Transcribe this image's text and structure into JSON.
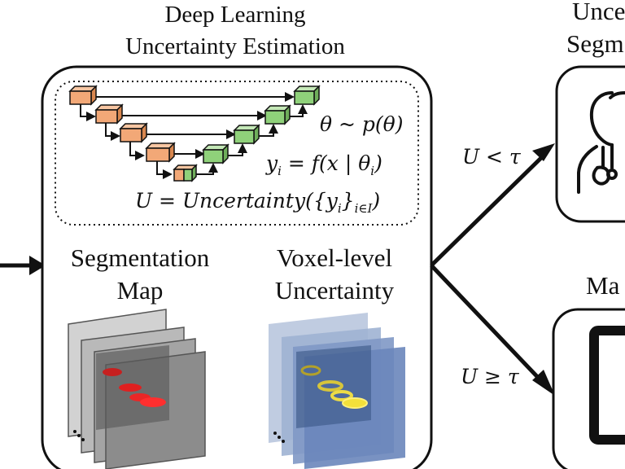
{
  "left_module": {
    "title_lines": [
      "Deep Learning",
      "Uncertainty Estimation"
    ],
    "equations": {
      "theta": {
        "lhs": "θ",
        "op": "~",
        "rhs": "p(θ)"
      },
      "y": {
        "lhs": "y",
        "lhs_sub": "i",
        "op": "=",
        "rhs_pre": "f(x | θ",
        "rhs_sub": "i",
        "rhs_post": ")"
      },
      "u": {
        "lhs": "U",
        "op": "=",
        "rhs_pre": "Uncertainty({y",
        "rhs_sub1": "i",
        "rhs_mid": "}",
        "rhs_sub2": "i∈I",
        "rhs_post": ")"
      }
    },
    "segmentation_label_lines": [
      "Segmentation",
      "Map"
    ],
    "uncertainty_label_lines": [
      "Voxel-level",
      "Uncertainty"
    ]
  },
  "branches": {
    "upper_condition": "U < τ",
    "lower_condition": "U ≥ τ",
    "upper_title_lines": [
      "Unce",
      "Segm"
    ],
    "lower_title_lines": [
      "Ma"
    ]
  },
  "colors": {
    "encoder_block": "#f2a877",
    "decoder_block": "#8fd17a",
    "segmentation_slice": "#8c8c8c",
    "segmentation_lesion": "#e02020",
    "uncertainty_slice": "#5b7bb4",
    "uncertainty_highlight": "#f3e03a",
    "stroke": "#111111"
  },
  "icons": {
    "upper_panel": "doctor-icon",
    "lower_panel": "monitor-icon"
  }
}
